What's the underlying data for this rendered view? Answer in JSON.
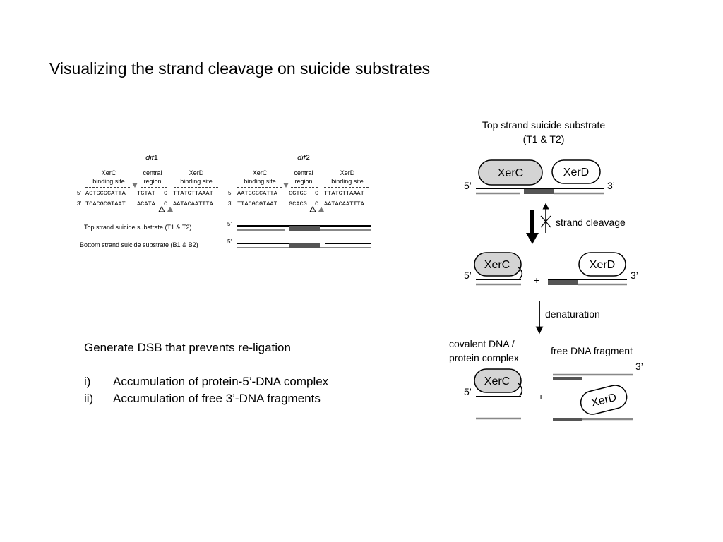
{
  "title": "Visualizing the strand cleavage on suicide substrates",
  "left_figure": {
    "dif1": {
      "italic": "dif",
      "num": "1",
      "seq_top": [
        "AGTGCGCATTA",
        "TGTAT",
        "G",
        "TTATGTTAAAT"
      ],
      "seq_bot": [
        "TCACGCGTAAT",
        "ACATA",
        "C",
        "AATACAATTTA"
      ]
    },
    "dif2": {
      "italic": "dif",
      "num": "2",
      "seq_top": [
        "AATGCGCATTA",
        "CGTGC",
        "G",
        "TTATGTTAAAT"
      ],
      "seq_bot": [
        "TTACGCGTAAT",
        "GCACG",
        "C",
        "AATACAATTTA"
      ]
    },
    "region_labels": {
      "xerc_1": "XerC",
      "xerc_2": "binding site",
      "central_1": "central",
      "central_2": "region",
      "xerd_1": "XerD",
      "xerd_2": "binding site"
    },
    "five_prime": "5'",
    "three_prime": "3'",
    "top_substrate_label": "Top strand suicide substrate (T1 & T2)",
    "bottom_substrate_label": "Bottom strand suicide substrate (B1 & B2)"
  },
  "right_figure": {
    "title_line1": "Top strand suicide substrate",
    "title_line2": "(T1 & T2)",
    "xerc": "XerC",
    "xerd": "XerD",
    "five_prime": "5’",
    "three_prime": "3’",
    "plus": "+",
    "strand_cleavage": "strand cleavage",
    "denaturation": "denaturation",
    "complex_line1": "covalent DNA /",
    "complex_line2": "protein complex",
    "free_fragment": "free DNA fragment"
  },
  "bullets": {
    "intro": "Generate DSB that prevents re-ligation",
    "items": [
      {
        "num": "i)",
        "text": "Accumulation of protein-5’-DNA complex"
      },
      {
        "num": "ii)",
        "text": "Accumulation of free 3’-DNA fragments"
      }
    ]
  },
  "colors": {
    "protein_fill": "#d4d4d4",
    "central_block": "#555555",
    "gray_strand": "#888888"
  }
}
